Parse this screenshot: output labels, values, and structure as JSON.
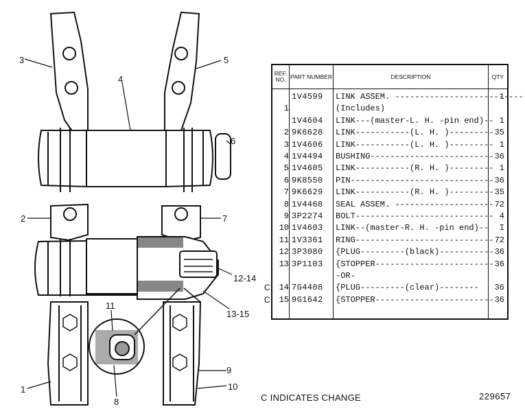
{
  "diagram": {
    "callouts": {
      "c1": "1",
      "c2": "2",
      "c3": "3",
      "c4": "4",
      "c5": "5",
      "c6": "6",
      "c7": "7",
      "c8": "8",
      "c9": "9",
      "c10": "10",
      "c11": "11",
      "c12_14": "12-14",
      "c13_15": "13-15"
    }
  },
  "table": {
    "headers": {
      "ref": "REF. NO.",
      "part": "PART NUMBER",
      "desc": "DESCRIPTION",
      "qty": "QTY"
    },
    "rows": [
      {
        "ref": "",
        "part": "1V4599",
        "desc": "LINK ASSEM. ---------------------------",
        "qty": "1",
        "mark": ""
      },
      {
        "ref": "1",
        "part": "",
        "desc": "  (Includes)",
        "qty": "",
        "mark": ""
      },
      {
        "ref": "",
        "part": "1V4604",
        "desc": "  LINK---(master-L. H. -pin end)--",
        "qty": "1",
        "mark": ""
      },
      {
        "ref": "2",
        "part": "9K6628",
        "desc": "  LINK-----------(L. H. )---------",
        "qty": "35",
        "mark": ""
      },
      {
        "ref": "3",
        "part": "1V4606",
        "desc": "  LINK-----------(L. H. )---------",
        "qty": "1",
        "mark": ""
      },
      {
        "ref": "4",
        "part": "1V4494",
        "desc": "  BUSHING-------------------------",
        "qty": "36",
        "mark": ""
      },
      {
        "ref": "5",
        "part": "1V4605",
        "desc": "  LINK-----------(R. H. )---------",
        "qty": "1",
        "mark": ""
      },
      {
        "ref": "6",
        "part": "9K8550",
        "desc": "  PIN-----------------------------",
        "qty": "36",
        "mark": ""
      },
      {
        "ref": "7",
        "part": "9K6629",
        "desc": "  LINK-----------(R. H. )---------",
        "qty": "35",
        "mark": ""
      },
      {
        "ref": "8",
        "part": "1V4468",
        "desc": "  SEAL ASSEM. --------------------",
        "qty": "72",
        "mark": ""
      },
      {
        "ref": "9",
        "part": "3P2274",
        "desc": "  BOLT----------------------------",
        "qty": "4",
        "mark": ""
      },
      {
        "ref": "10",
        "part": "1V4603",
        "desc": "  LINK--(master-R. H. -pin end)--",
        "qty": "I",
        "mark": ""
      },
      {
        "ref": "11",
        "part": "1V3361",
        "desc": "  RING----------------------------",
        "qty": "72",
        "mark": ""
      },
      {
        "ref": "12",
        "part": "3P3080",
        "desc": " {PLUG---------(black)-----------",
        "qty": "36",
        "mark": ""
      },
      {
        "ref": "13",
        "part": "3P1103",
        "desc": " {STOPPER------------------------",
        "qty": "36",
        "mark": ""
      },
      {
        "ref": "",
        "part": "",
        "desc": "           -OR-",
        "qty": "",
        "mark": ""
      },
      {
        "ref": "14",
        "part": "7G4408",
        "desc": " {PLUG---------(clear)--------",
        "qty": "36",
        "mark": "C"
      },
      {
        "ref": "15",
        "part": "9G1642",
        "desc": " {STOPPER------------------------",
        "qty": "36",
        "mark": "C"
      }
    ]
  },
  "footnote": "C INDICATES CHANGE",
  "drawing_number": "229657"
}
